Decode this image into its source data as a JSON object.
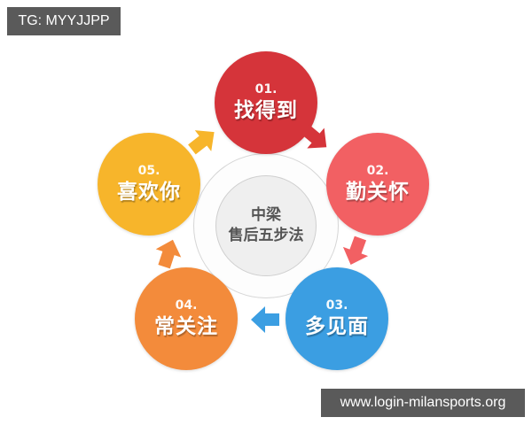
{
  "watermarks": {
    "top_left": "TG: MYYJJPP",
    "bottom_right": "www.login-milansports.org"
  },
  "center": {
    "line1": "中梁",
    "line2": "售后五步法"
  },
  "steps": [
    {
      "num": "01.",
      "label": "找得到",
      "color": "#d5343a"
    },
    {
      "num": "02.",
      "label": "勤关怀",
      "color": "#f26063"
    },
    {
      "num": "03.",
      "label": "多见面",
      "color": "#3b9ee2"
    },
    {
      "num": "04.",
      "label": "常关注",
      "color": "#f38b3b"
    },
    {
      "num": "05.",
      "label": "喜欢你",
      "color": "#f7b52b"
    }
  ],
  "arrows": [
    {
      "from": "01",
      "to": "02",
      "color": "#d5343a"
    },
    {
      "from": "02",
      "to": "03",
      "color": "#f26063"
    },
    {
      "from": "03",
      "to": "04",
      "color": "#3b9ee2"
    },
    {
      "from": "04",
      "to": "05",
      "color": "#f38b3b"
    },
    {
      "from": "05",
      "to": "01",
      "color": "#f7b52b"
    }
  ]
}
